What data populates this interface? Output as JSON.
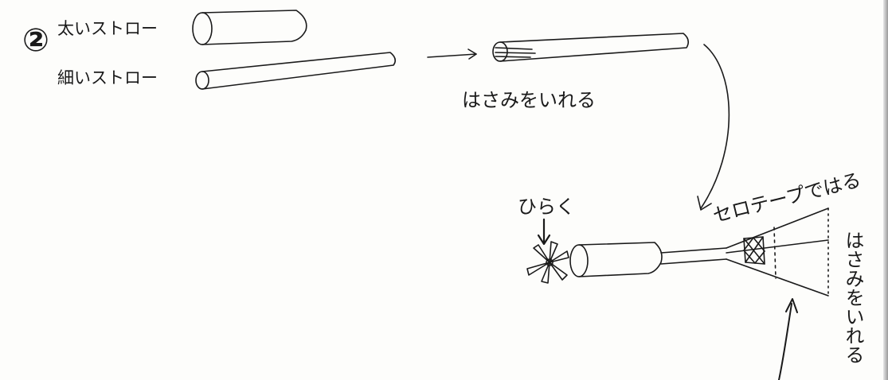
{
  "step_number": "②",
  "labels": {
    "thick_straw": "太いストロー",
    "thin_straw": "細いストロー",
    "insert_scissors_1": "はさみをいれる",
    "spread_open": "ひらく",
    "tape_on": "セロテープではる",
    "insert_scissors_2": "はさみをいれる"
  },
  "ink_color": "#1a1a1a",
  "paper_color": "#fdfdfb"
}
